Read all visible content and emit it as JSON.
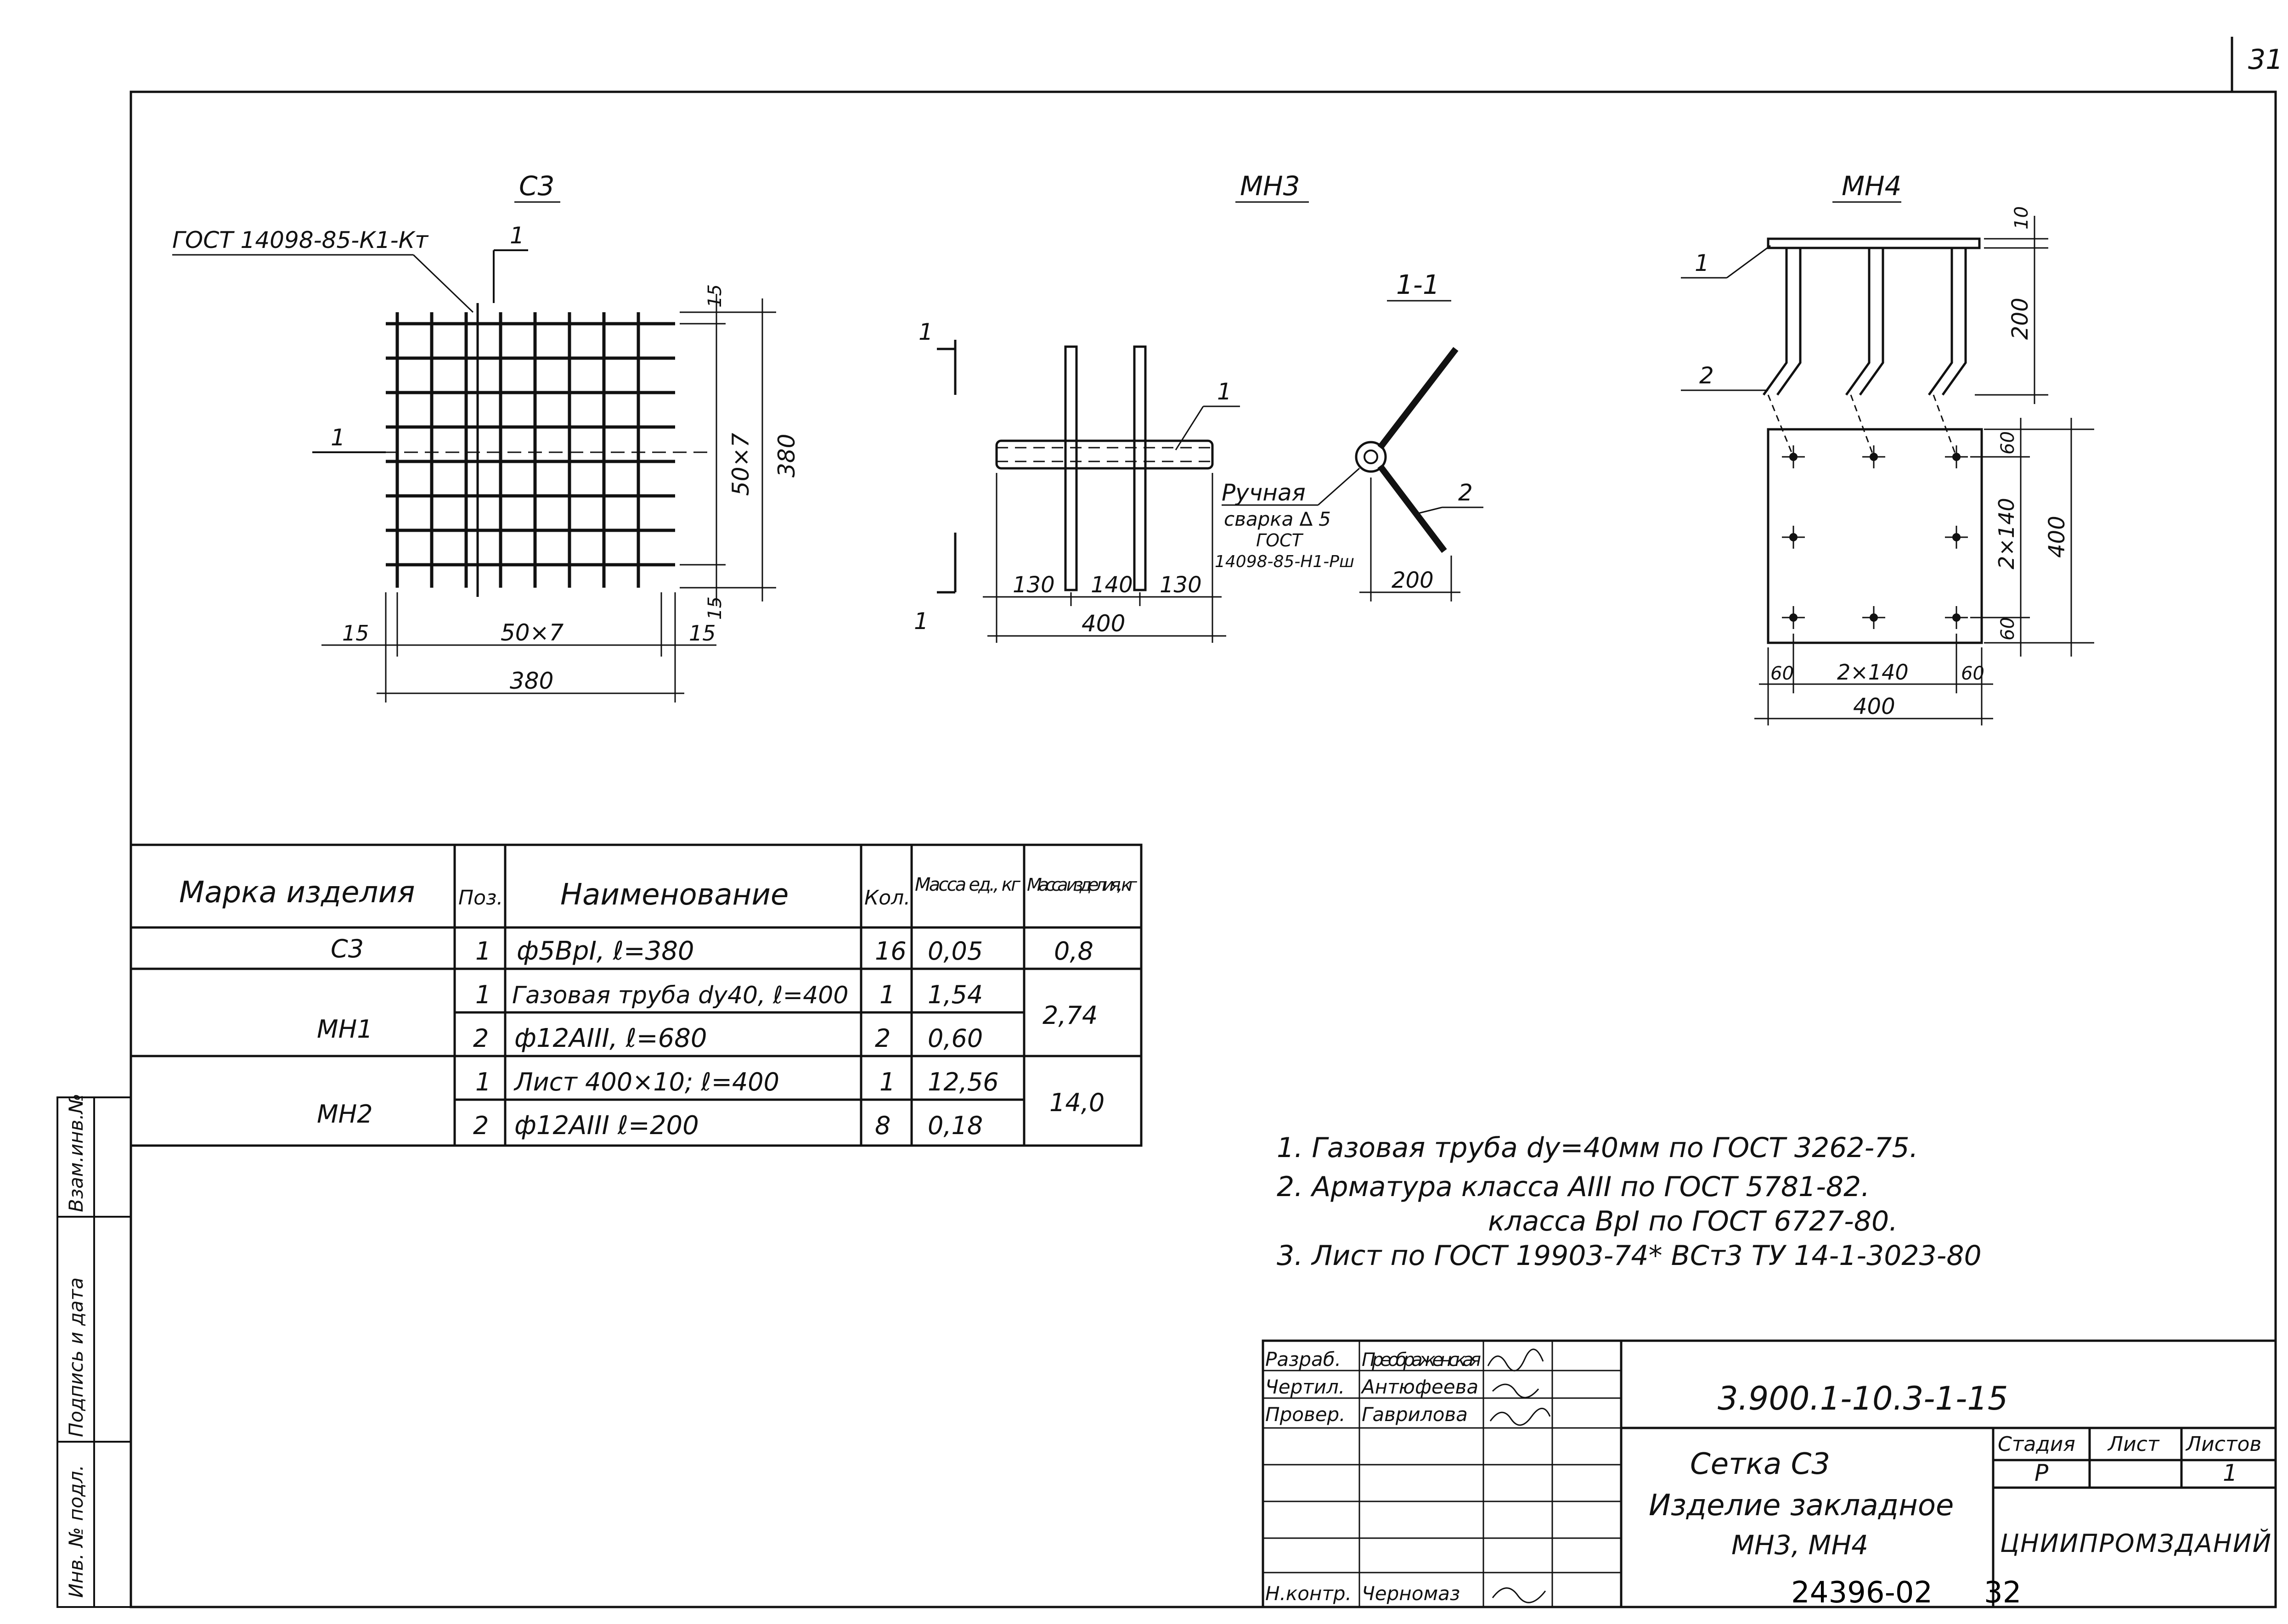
{
  "sheet": {
    "page_number": "31",
    "bottom_number": "24396-02",
    "bottom_page": "32"
  },
  "views": {
    "c3": {
      "title": "С3",
      "gost_label": "ГОСТ 14098-85-К1-Кт",
      "section_mark": "1",
      "dim_15_top": "15",
      "dim_50x7_v": "50×7",
      "dim_380_v": "380",
      "dim_15_bot": "15",
      "dim_15_left": "15",
      "dim_50x7_h": "50×7",
      "dim_15_right": "15",
      "dim_380_h": "380"
    },
    "mn3": {
      "title": "МН3",
      "section_mark_top": "1",
      "section_mark_bot": "1",
      "pos_label": "1",
      "dim_130_l": "130",
      "dim_140": "140",
      "dim_130_r": "130",
      "dim_400": "400"
    },
    "sec11": {
      "title": "1-1",
      "weld_1": "Ручная",
      "weld_2": "сварка ∆ 5",
      "weld_3": "ГОСТ",
      "weld_4": "14098-85-Н1-Рш",
      "pos_2": "2",
      "dim_200": "200"
    },
    "mn4": {
      "title": "МН4",
      "pos_1": "1",
      "pos_2": "2",
      "dim_10": "10",
      "dim_200": "200",
      "dim_60_t": "60",
      "dim_2x140_v": "2×140",
      "dim_400_v": "400",
      "dim_60_b": "60",
      "dim_60_l": "60",
      "dim_2x140_h": "2×140",
      "dim_60_r": "60",
      "dim_400_h": "400"
    }
  },
  "spec_table": {
    "headers": {
      "mark": "Марка изделия",
      "pos": "Поз.",
      "name": "Наименование",
      "qty": "Кол.",
      "mass_unit": "Масса ед., кг",
      "mass_item": "Масса изделия, кг"
    },
    "groups": [
      {
        "mark": "С3",
        "mass_item": "0,8",
        "rows": [
          {
            "pos": "1",
            "name": "ф5ВрI, ℓ=380",
            "qty": "16",
            "mass_unit": "0,05"
          }
        ]
      },
      {
        "mark": "МН1",
        "mass_item": "2,74",
        "rows": [
          {
            "pos": "1",
            "name": "Газовая труба dу40, ℓ=400",
            "qty": "1",
            "mass_unit": "1,54"
          },
          {
            "pos": "2",
            "name": "ф12АIII, ℓ=680",
            "qty": "2",
            "mass_unit": "0,60"
          }
        ]
      },
      {
        "mark": "МН2",
        "mass_item": "14,0",
        "rows": [
          {
            "pos": "1",
            "name": "Лист 400×10; ℓ=400",
            "qty": "1",
            "mass_unit": "12,56"
          },
          {
            "pos": "2",
            "name": "ф12АIII ℓ=200",
            "qty": "8",
            "mass_unit": "0,18"
          }
        ]
      }
    ]
  },
  "notes": [
    "1. Газовая труба dу=40мм по ГОСТ 3262-75.",
    "2. Арматура класса АIII по ГОСТ 5781-82.",
    "класса ВрI по ГОСТ 6727-80.",
    "3. Лист по ГОСТ 19903-74* ВСт3 ТУ 14-1-3023-80"
  ],
  "left_strip": [
    "Инв. № подл.",
    "Подпись и дата",
    "Взам.инв.№"
  ],
  "title_block": {
    "roles": [
      {
        "role": "Разраб.",
        "name": "Преображенская"
      },
      {
        "role": "Чертил.",
        "name": "Антюфеева"
      },
      {
        "role": "Провер.",
        "name": "Гаврилова"
      },
      {
        "role": "Н.контр.",
        "name": "Черномаз"
      }
    ],
    "doc_code": "3.900.1-10.3-1-15",
    "title_1": "Сетка С3",
    "title_2": "Изделие закладное",
    "title_3": "МН3, МН4",
    "stage_label": "Стадия",
    "sheet_label": "Лист",
    "sheets_label": "Листов",
    "stage": "Р",
    "sheets": "1",
    "org": "ЦНИИПРОМЗДАНИЙ"
  }
}
